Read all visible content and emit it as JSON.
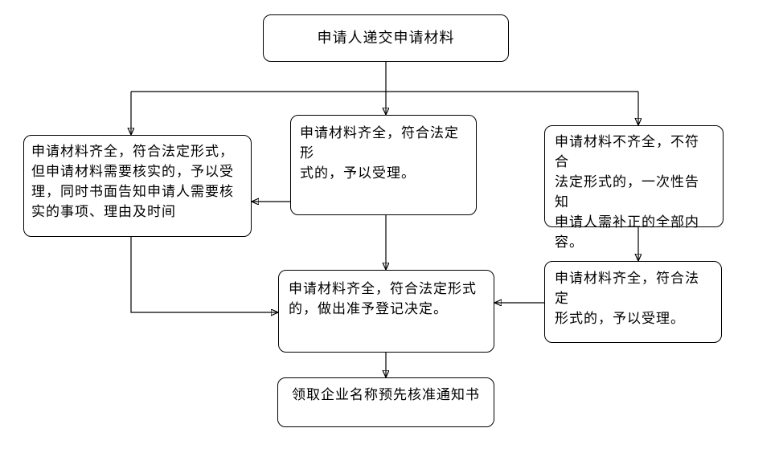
{
  "page": {
    "background_color": "#ffffff",
    "line_color": "#000000",
    "box_fill_color": "#ffffff",
    "box_border_color": "#000000"
  },
  "nodes": {
    "start": {
      "text": "申请人递交申请材料"
    },
    "left": {
      "text": "申请材料齐全，符合法定形式，\n但申请材料需要核实的，予以受\n理，同时书面告知申请人需要核\n实的事项、理由及时间"
    },
    "middle": {
      "text": "申请材料齐全，符合法定形\n式的，予以受理。"
    },
    "right": {
      "text": "申请材料不齐全，不符合\n法定形式的，一次性告知\n申请人需补正的全部内\n容。"
    },
    "right_lower": {
      "text": "申请材料齐全，符合法定\n形式的，予以受理。"
    },
    "center_lower": {
      "text": "申请材料齐全，符合法定形式\n的，做出准予登记决定。"
    },
    "end": {
      "text": "领取企业名称预先核准通知书"
    }
  }
}
